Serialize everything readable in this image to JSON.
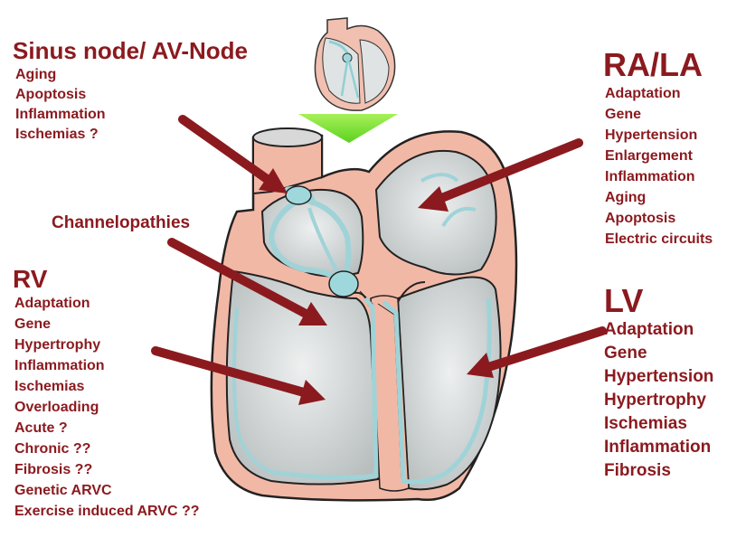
{
  "sinus": {
    "title": "Sinus node/ AV-Node",
    "items": [
      "Aging",
      "Apoptosis",
      "Inflammation",
      "Ischemias ?"
    ]
  },
  "rala": {
    "title": "RA/LA",
    "items": [
      "Adaptation",
      "Gene",
      "Hypertension",
      "Enlargement",
      "Inflammation",
      "Aging",
      "Apoptosis",
      "Electric circuits"
    ]
  },
  "channel": {
    "label": "Channelopathies"
  },
  "rv": {
    "title": "RV",
    "items": [
      "Adaptation",
      "Gene",
      "Hypertrophy",
      "Inflammation",
      "Ischemias",
      "Overloading",
      "Acute ?",
      "Chronic ??",
      "Fibrosis ??",
      "Genetic ARVC",
      "Exercise induced ARVC ??"
    ]
  },
  "lv": {
    "title": "LV",
    "items": [
      "Adaptation",
      "Gene",
      "Hypertension",
      "Hypertrophy",
      "Ischemias",
      "Inflammation",
      "Fibrosis"
    ]
  },
  "colors": {
    "label_text": "#8b1a1f",
    "arrow": "#8b1a1f",
    "heart_wall": "#f2b8a6",
    "heart_outline": "#222222",
    "chamber": "#d8dcdc",
    "conduction": "#9fd3d8",
    "zoom_arrow": "#7ee23a"
  }
}
